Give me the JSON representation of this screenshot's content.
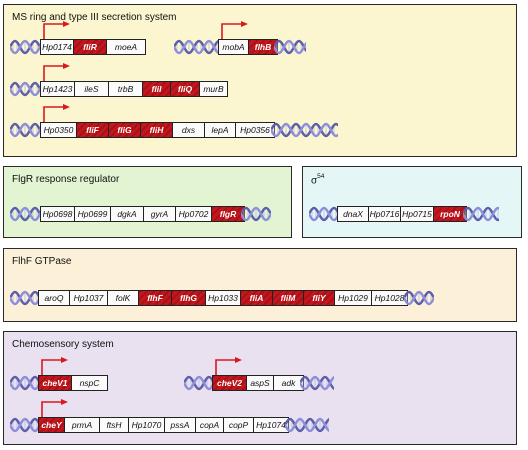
{
  "colors": {
    "ms_panel": "#fbf6cf",
    "flgr_panel": "#e3f4d3",
    "sigma_panel": "#e4f6f6",
    "flhf_panel": "#fdf0d9",
    "chemo_panel": "#e9e1f0",
    "flagellar_gene": "#c4161c",
    "promoter_arrow": "#d71920",
    "dna_strand_a": "#8c8fd8",
    "dna_strand_b": "#5c5ea8"
  },
  "icons": {
    "promoter": "promoter-arrow-icon",
    "dna": "dna-helix-icon"
  },
  "panels": {
    "ms_ring": {
      "title": "MS ring and type III secretion system",
      "operons": [
        {
          "genes": [
            {
              "name": "Hp0174",
              "flagellar": false
            },
            {
              "name": "fliR",
              "flagellar": true
            },
            {
              "name": "moeA",
              "flagellar": false
            }
          ]
        },
        {
          "genes": [
            {
              "name": "mobA",
              "flagellar": false
            },
            {
              "name": "flhB",
              "flagellar": true
            }
          ]
        },
        {
          "genes": [
            {
              "name": "Hp1423",
              "flagellar": false
            },
            {
              "name": "ileS",
              "flagellar": false
            },
            {
              "name": "trbB",
              "flagellar": false
            },
            {
              "name": "fliI",
              "flagellar": true
            },
            {
              "name": "fliQ",
              "flagellar": true
            },
            {
              "name": "murB",
              "flagellar": false
            }
          ]
        },
        {
          "genes": [
            {
              "name": "Hp0350",
              "flagellar": false
            },
            {
              "name": "fliF",
              "flagellar": true
            },
            {
              "name": "fliG",
              "flagellar": true
            },
            {
              "name": "fliH",
              "flagellar": true
            },
            {
              "name": "dxs",
              "flagellar": false
            },
            {
              "name": "lepA",
              "flagellar": false
            },
            {
              "name": "Hp0356",
              "flagellar": false
            }
          ]
        }
      ]
    },
    "flgr": {
      "title": "FlgR response regulator",
      "operons": [
        {
          "genes": [
            {
              "name": "Hp0698",
              "flagellar": false
            },
            {
              "name": "Hp0699",
              "flagellar": false
            },
            {
              "name": "dgkA",
              "flagellar": false
            },
            {
              "name": "gyrA",
              "flagellar": false
            },
            {
              "name": "Hp0702",
              "flagellar": false
            },
            {
              "name": "flgR",
              "flagellar": true
            }
          ]
        }
      ]
    },
    "sigma54": {
      "title_symbol": "σ",
      "title_superscript": "54",
      "operons": [
        {
          "genes": [
            {
              "name": "dnaX",
              "flagellar": false
            },
            {
              "name": "Hp0716",
              "flagellar": false
            },
            {
              "name": "Hp0715",
              "flagellar": false
            },
            {
              "name": "rpoN",
              "flagellar": true
            }
          ]
        }
      ]
    },
    "flhf": {
      "title": "FlhF GTPase",
      "operons": [
        {
          "genes": [
            {
              "name": "aroQ",
              "flagellar": false
            },
            {
              "name": "Hp1037",
              "flagellar": false
            },
            {
              "name": "folK",
              "flagellar": false
            },
            {
              "name": "flhF",
              "flagellar": true
            },
            {
              "name": "flhG",
              "flagellar": true
            },
            {
              "name": "Hp1033",
              "flagellar": false
            },
            {
              "name": "fliA",
              "flagellar": true
            },
            {
              "name": "fliM",
              "flagellar": true
            },
            {
              "name": "fliY",
              "flagellar": true
            },
            {
              "name": "Hp1029",
              "flagellar": false
            },
            {
              "name": "Hp1028",
              "flagellar": false
            }
          ]
        }
      ]
    },
    "chemo": {
      "title": "Chemosensory system",
      "operons": [
        {
          "genes": [
            {
              "name": "cheV1",
              "flagellar": true
            },
            {
              "name": "nspC",
              "flagellar": false
            }
          ]
        },
        {
          "genes": [
            {
              "name": "cheV2",
              "flagellar": true
            },
            {
              "name": "aspS",
              "flagellar": false
            },
            {
              "name": "adk",
              "flagellar": false
            }
          ]
        },
        {
          "genes": [
            {
              "name": "cheY",
              "flagellar": true
            },
            {
              "name": "prmA",
              "flagellar": false
            },
            {
              "name": "ftsH",
              "flagellar": false
            },
            {
              "name": "Hp1070",
              "flagellar": false
            },
            {
              "name": "pssA",
              "flagellar": false
            },
            {
              "name": "copA",
              "flagellar": false
            },
            {
              "name": "copP",
              "flagellar": false
            },
            {
              "name": "Hp1074",
              "flagellar": false
            }
          ]
        }
      ]
    }
  }
}
